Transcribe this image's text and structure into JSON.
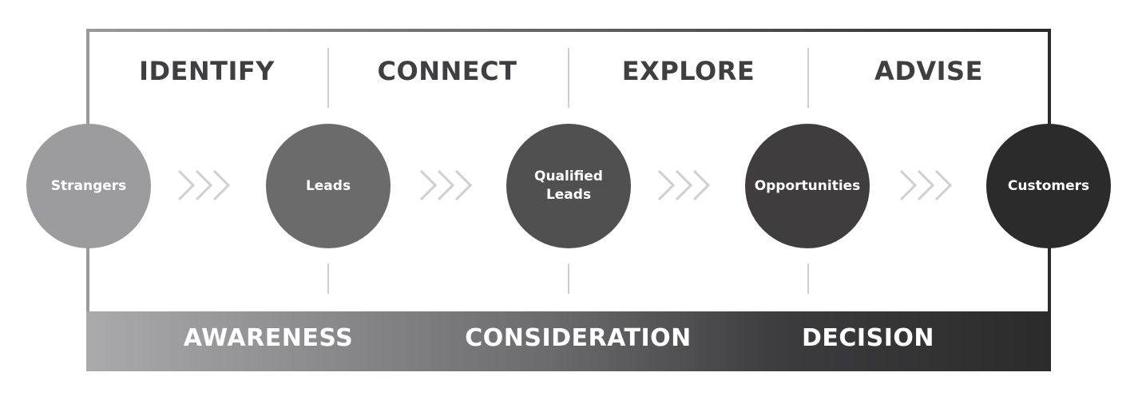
{
  "stages": [
    {
      "label": "IDENTIFY"
    },
    {
      "label": "CONNECT"
    },
    {
      "label": "EXPLORE"
    },
    {
      "label": "ADVISE"
    }
  ],
  "nodes": [
    {
      "label": "Strangers",
      "color": "#9c9c9e"
    },
    {
      "label": "Leads",
      "color": "#6b6b6b"
    },
    {
      "label": "Qualified Leads",
      "color": "#505051"
    },
    {
      "label": "Opportunities",
      "color": "#3f3d3e"
    },
    {
      "label": "Customers",
      "color": "#2b2b2b"
    }
  ],
  "phases": [
    {
      "label": "AWARENESS"
    },
    {
      "label": "CONSIDERATION"
    },
    {
      "label": "DECISION"
    }
  ],
  "colors": {
    "stage_text": "#3f3f41",
    "divider": "#cfcfcf",
    "chevron": "#cfcfcf",
    "phase_text": "#ffffff"
  }
}
